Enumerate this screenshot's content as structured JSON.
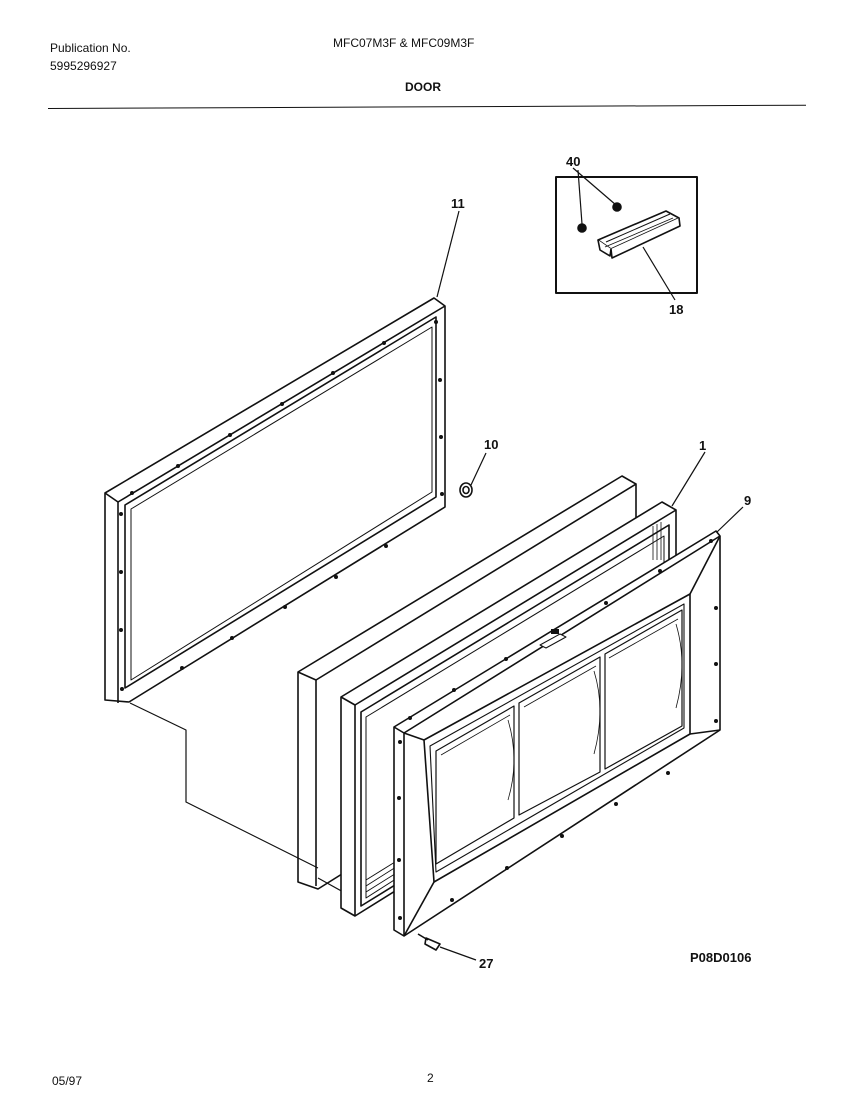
{
  "header": {
    "publication_label": "Publication No.",
    "publication_number": "5995296927",
    "models": "MFC07M3F & MFC09M3F",
    "section": "DOOR"
  },
  "diagram": {
    "callouts": {
      "c40": "40",
      "c18": "18",
      "c11": "11",
      "c10": "10",
      "c1": "1",
      "c9": "9",
      "c27": "27"
    },
    "drawing_code": "P08D0106"
  },
  "footer": {
    "date": "05/97",
    "page": "2"
  }
}
